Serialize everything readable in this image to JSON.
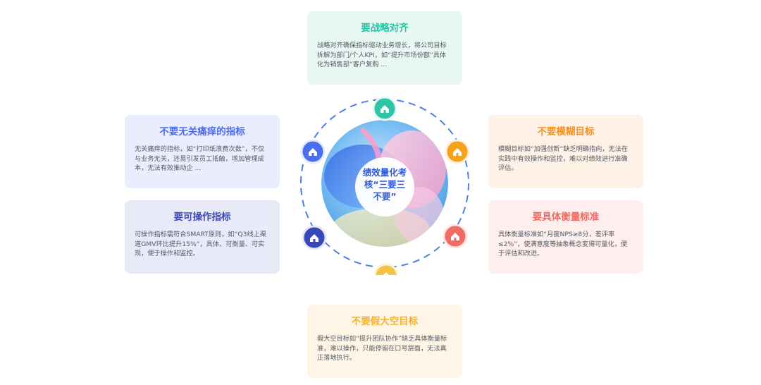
{
  "center": {
    "label_line1": "绩效量化考",
    "label_line2": "核“三要三",
    "label_line3": "不要”"
  },
  "icon_name": "home-icon",
  "colors": {
    "teal": "#2ec4a5",
    "orange": "#f7a21b",
    "coral": "#f26b62",
    "yellow": "#f6c445",
    "navy": "#3848b8",
    "blue": "#4a6ef0"
  },
  "cards": {
    "top": {
      "title": "要战略对齐",
      "body": "战略对齐确保指标驱动业务增长，将公司目标拆解为部门/个人KPI，如“提升市场份额”具体化为销售部“客户复购 ..."
    },
    "left_top": {
      "title": "不要无关痛痒的指标",
      "body": "无关痛痒的指标，如“打印纸浪费次数”，不仅与业务无关，还易引发员工抵触，增加管理成本，无法有效推动企 ..."
    },
    "left_bottom": {
      "title": "要可操作指标",
      "body": "可操作指标需符合SMART原则，如“Q3线上渠道GMV环比提升15%”，具体、可衡量、可实现，便于操作和监控。"
    },
    "right_top": {
      "title": "不要模糊目标",
      "body": "模糊目标如“加强创新”缺乏明确指向，无法在实践中有效操作和监控，难以对绩效进行准确评估。"
    },
    "right_bottom": {
      "title": "要具体衡量标准",
      "body": "具体衡量标准如“月度NPS≥8分，差评率≤2%”，使满意度等抽象概念变得可量化，便于评估和改进。"
    },
    "bottom": {
      "title": "不要假大空目标",
      "body": "假大空目标如“提升团队协作”缺乏具体衡量标准，难以操作，只能停留在口号层面，无法真正落地执行。"
    }
  }
}
